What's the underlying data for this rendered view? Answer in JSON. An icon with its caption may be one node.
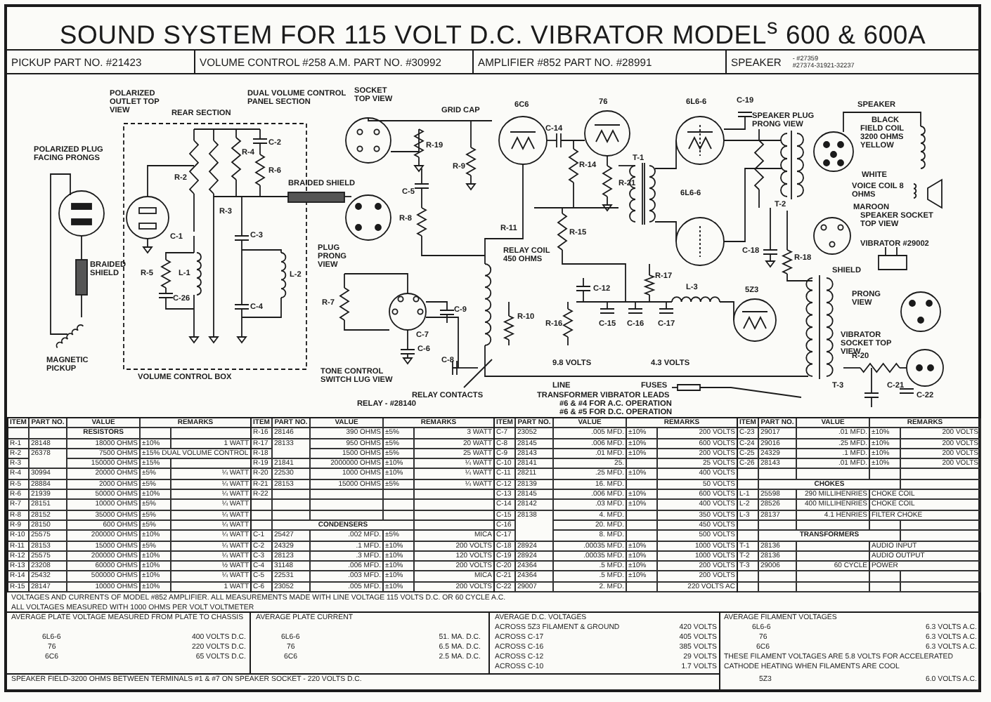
{
  "diagram": {
    "title": "SOUND SYSTEM FOR 115 VOLT D.C. VIBRATOR MODEL$^{s}$ 600 & 600A",
    "labels": [
      "PICKUP PART NO. #21423",
      "VOLUME CONTROL #258 A.M. PART NO. #30992",
      "AMPLIFIER #852 PART NO. #28991",
      "SPEAKER",
      "- #27359",
      "#27374-31921-32237",
      "POLARIZED OUTLET TOP VIEW",
      "REAR SECTION",
      "DUAL VOLUME CONTROL PANEL SECTION",
      "SOCKET TOP VIEW",
      "GRID CAP",
      "6C6",
      "76",
      "6L6-6",
      "C-19",
      "SPEAKER",
      "SPEAKER PLUG PRONG VIEW",
      "BLACK",
      "FIELD COIL 3200 OHMS YELLOW",
      "POLARIZED PLUG FACING PRONGS",
      "C-2",
      "R-4",
      "C-14",
      "R-19",
      "R-9",
      "BRAIDED SHIELD",
      "R-6",
      "T-1",
      "WHITE",
      "R-2",
      "R-14",
      "VOICE COIL 8 OHMS",
      "C-5",
      "R-21",
      "6L6-6",
      "T-2",
      "R-3",
      "MAROON",
      "SPEAKER SOCKET TOP VIEW",
      "R-8",
      "R-11",
      "C-1",
      "C-3",
      "R-15",
      "C-18",
      "PLUG PRONG VIEW",
      "VIBRATOR #29002",
      "RELAY COIL 450 OHMS",
      "R-18",
      "BRAIDED SHIELD",
      "SHIELD",
      "R-5",
      "L-1",
      "L-2",
      "R-17",
      "L-3",
      "5Z3",
      "PRONG VIEW",
      "C-26",
      "C-12",
      "C-4",
      "R-7",
      "C-9",
      "R-10",
      "C-7",
      "R-16",
      "C-15",
      "C-16",
      "C-17",
      "VIBRATOR SOCKET TOP VIEW",
      "C-6",
      "R-20",
      "MAGNETIC PICKUP",
      "C-8",
      "9.8 VOLTS",
      "4.3 VOLTS",
      "VOLUME CONTROL BOX",
      "TONE CONTROL SWITCH LUG VIEW",
      "LINE",
      "FUSES",
      "T-3",
      "C-21",
      "RELAY CONTACTS",
      "TRANSFORMER VIBRATOR LEADS",
      "C-22",
      "RELAY - #28140",
      "#6 & #4 FOR A.C. OPERATION",
      "#6 & #5 FOR D.C. OPERATION",
      "ITEM",
      "PART NO.",
      "VALUE",
      "REMARKS",
      "RESISTORS",
      "R-1",
      "28148",
      "18000 OHMS",
      "±10%",
      "1 WATT",
      "R-2",
      "26378",
      "7500 OHMS",
      "±15% DUAL VOLUME CONTROL",
      "R-3",
      "150000 OHMS",
      "±15%",
      "R-4",
      "30994",
      "20000 OHMS",
      "±5%",
      "¼ WATT",
      "R-5",
      "28884",
      "2000 OHMS",
      "±5%",
      "¼ WATT",
      "R-6",
      "21939",
      "50000 OHMS",
      "±10%",
      "¼ WATT",
      "R-7",
      "28151",
      "10000 OHMS",
      "±5%",
      "¼ WATT",
      "R-8",
      "28152",
      "35000 OHMS",
      "±5%",
      "¼ WATT",
      "R-9",
      "28150",
      "600 OHMS",
      "±5%",
      "¼ WATT",
      "R-10",
      "25575",
      "200000 OHMS",
      "±10%",
      "¼ WATT",
      "R-11",
      "28153",
      "15000 OHMS",
      "±5%",
      "¼ WATT",
      "R-12",
      "25575",
      "200000 OHMS",
      "±10%",
      "¼ WATT",
      "R-13",
      "23208",
      "60000 OHMS",
      "±10%",
      "½ WATT",
      "R-14",
      "25432",
      "500000 OHMS",
      "±10%",
      "¼ WATT",
      "R-15",
      "28147",
      "10000 OHMS",
      "±10%",
      "1 WATT",
      "ITEM",
      "PART NO.",
      "VALUE",
      "REMARKS",
      "R-16",
      "28146",
      "390 OHMS",
      "±5%",
      "3 WATT",
      "R-17",
      "28133",
      "950 OHMS",
      "±5%",
      "20 WATT",
      "R-18",
      "1500 OHMS",
      "±5%",
      "25 WATT",
      "R-19",
      "21841",
      "2000000 OHMS",
      "±10%",
      "¼ WATT",
      "R-20",
      "22530",
      "1000 OHMS",
      "±10%",
      "¼ WATT",
      "R-21",
      "28153",
      "15000 OHMS",
      "±5%",
      "¼ WATT",
      "R-22",
      "CONDENSERS",
      "C-1",
      "25427",
      ".002 MFD.",
      "±5%",
      "MICA",
      "C-2",
      "24329",
      ".1 MFD.",
      "±10%",
      "200 VOLTS",
      "C-3",
      "28123",
      ".3 MFD.",
      "±10%",
      "120 VOLTS",
      "C-4",
      "31148",
      ".006 MFD.",
      "±10%",
      "200 VOLTS",
      "C-5",
      "22531",
      ".003 MFD.",
      "±10%",
      "MICA",
      "C-6",
      "23052",
      ".005 MFD.",
      "±10%",
      "200 VOLTS",
      "ITEM",
      "PART NO.",
      "VALUE",
      "REMARKS",
      "C-7",
      "23052",
      ".005 MFD.",
      "±10%",
      "200 VOLTS",
      "C-8",
      "28145",
      ".006 MFD.",
      "±10%",
      "600 VOLTS",
      "C-9",
      "28143",
      ".01 MFD.",
      "±10%",
      "200 VOLTS",
      "C-10",
      "28141",
      "25.",
      "25 VOLTS",
      "C-11",
      "28211",
      ".25 MFD.",
      "±10%",
      "400 VOLTS",
      "C-12",
      "28139",
      "16. MFD.",
      "50 VOLTS",
      "C-13",
      "28145",
      ".006 MFD.",
      "±10%",
      "600 VOLTS",
      "C-14",
      "28142",
      ".03 MFD.",
      "±10%",
      "400 VOLTS",
      "C-15",
      "28138",
      "4. MFD.",
      "350 VOLTS",
      "C-16",
      "20. MFD.",
      "450 VOLTS",
      "C-17",
      "8. MFD.",
      "500 VOLTS",
      "C-18",
      "28924",
      ".00035 MFD.",
      "±10%",
      "1000 VOLTS",
      "C-19",
      "28924",
      ".00035 MFD.",
      "±10%",
      "1000 VOLTS",
      "C-20",
      "24364",
      ".5 MFD.",
      "±10%",
      "200 VOLTS",
      "C-21",
      "24364",
      ".5 MFD.",
      "±10%",
      "200 VOLTS",
      "C-22",
      "29007",
      "2. MFD.",
      "220 VOLTS AC",
      "ITEM",
      "PART NO.",
      "VALUE",
      "REMARKS",
      "C-23",
      "29017",
      ".01 MFD.",
      "±10%",
      "200 VOLTS",
      "C-24",
      "29016",
      ".25 MFD.",
      "±10%",
      "200 VOLTS",
      "C-25",
      "24329",
      ".1 MFD.",
      "±10%",
      "200 VOLTS",
      "C-26",
      "28143",
      ".01 MFD.",
      "±10%",
      "200 VOLTS",
      "CHOKES",
      "L-1",
      "25598",
      "290 MILLIHENRIES",
      "CHOKE COIL",
      "L-2",
      "28526",
      "400 MILLIHENRIES",
      "CHOKE COIL",
      "L-3",
      "28137",
      "4.1 HENRIES",
      "FILTER CHOKE",
      "TRANSFORMERS",
      "T-1",
      "28136",
      "AUDIO INPUT",
      "T-2",
      "28136",
      "AUDIO OUTPUT",
      "T-3",
      "29006",
      "60 CYCLE",
      "POWER",
      "VOLTAGES AND CURRENTS OF MODEL #852 AMPLIFIER. ALL MEASUREMENTS MADE WITH LINE VOLTAGE 115 VOLTS D.C. OR 60 CYCLE A.C.",
      "ALL VOLTAGES MEASURED WITH 1000 OHMS PER VOLT VOLTMETER",
      "AVERAGE PLATE VOLTAGE MEASURED FROM PLATE TO CHASSIS",
      "6L6-6",
      "400 VOLTS D.C.",
      "76",
      "220 VOLTS D.C.",
      "6C6",
      "65 VOLTS D.C.",
      "AVERAGE PLATE CURRENT",
      "6L6-6",
      "51. MA. D.C.",
      "76",
      "6.5 MA. D.C.",
      "6C6",
      "2.5 MA. D.C.",
      "AVERAGE D.C. VOLTAGES",
      "ACROSS 5Z3 FILAMENT & GROUND",
      "420 VOLTS",
      "ACROSS C-17",
      "405 VOLTS",
      "ACROSS C-16",
      "385 VOLTS",
      "ACROSS C-12",
      "29 VOLTS",
      "ACROSS C-10",
      "1.7 VOLTS",
      "AVERAGE FILAMENT VOLTAGES",
      "6L6-6",
      "6.3 VOLTS A.C.",
      "76",
      "6.3 VOLTS A.C.",
      "6C6",
      "6.3 VOLTS A.C.",
      "THESE FILAMENT VOLTAGES ARE 5.8 VOLTS FOR ACCELERATED CATHODE HEATING WHEN FILAMENTS ARE COOL",
      "SPEAKER FIELD-3200 OHMS BETWEEN TERMINALS #1 & #7 ON SPEAKER SOCKET - 220 VOLTS D.C.",
      "5Z3",
      "6.0 VOLTS A.C."
    ]
  }
}
